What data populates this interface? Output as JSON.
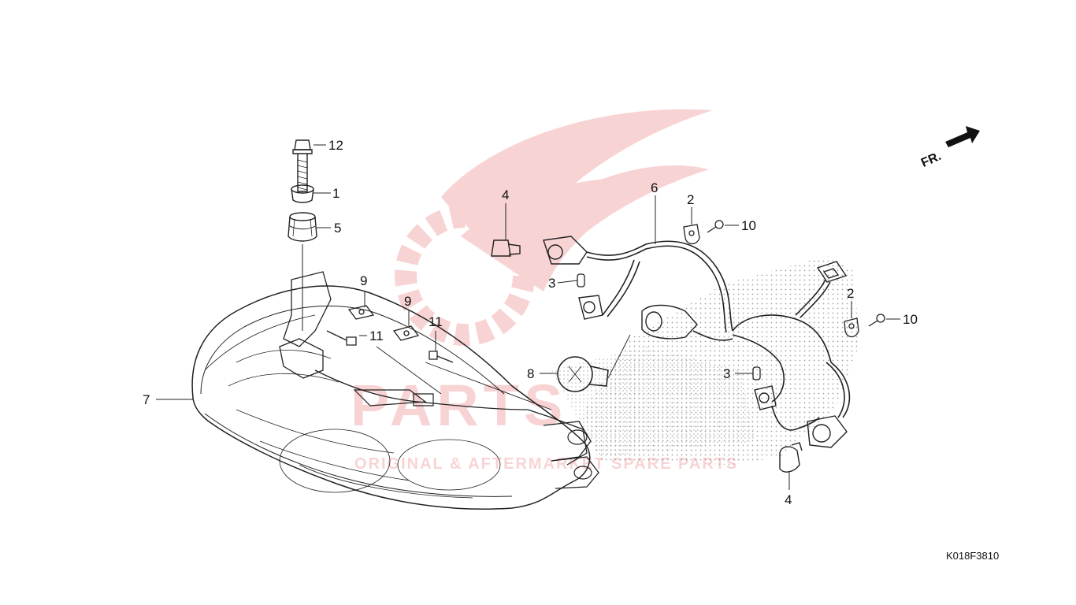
{
  "diagram": {
    "front_indicator": "FR.",
    "figure_code": "K018F3810",
    "watermark": {
      "brand": "PARTS",
      "tagline": "ORIGINAL & AFTERMARKET SPARE PARTS",
      "color": "#e23a3a"
    },
    "callouts": {
      "p1": "1",
      "p2a": "2",
      "p2b": "2",
      "p3a": "3",
      "p3b": "3",
      "p4a": "4",
      "p4b": "4",
      "p5": "5",
      "p6": "6",
      "p7": "7",
      "p8": "8",
      "p9a": "9",
      "p9b": "9",
      "p10a": "10",
      "p10b": "10",
      "p11a": "11",
      "p11b": "11",
      "p12": "12"
    }
  }
}
